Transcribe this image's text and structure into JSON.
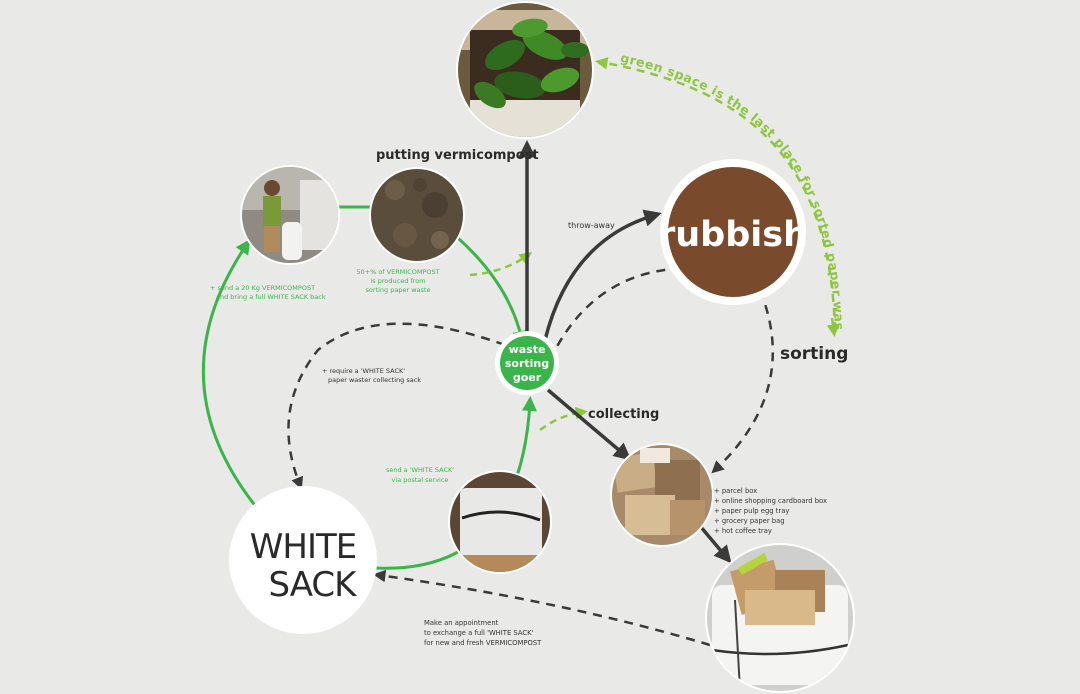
{
  "colors": {
    "background": "#e9e9e8",
    "green": "#3ab54a",
    "light_green": "#8dc63f",
    "dark": "#3a3a3a",
    "rubbish_brown": "#7a4a2d"
  },
  "nodes": {
    "waste_sorting_goer": [
      "waste",
      "sorting",
      "goer"
    ],
    "rubbish": "rubbish",
    "white_sack": [
      "WHITE",
      "SACK"
    ]
  },
  "labels": {
    "putting_vermicompost": "putting vermicompost",
    "throw_away": "throw-away",
    "sorting": "sorting",
    "collecting": "collecting",
    "green_space": "green space is the last place for sorted paper waste"
  },
  "notes": {
    "send_vermicompost": [
      "+ send a 20 Kg VERMICOMPOST",
      "and bring a full WHITE SACK back"
    ],
    "vermicompost_percent": [
      "50+% of VERMICOMPOST",
      "is produced from",
      "sorting paper waste"
    ],
    "require_sack": [
      "+ require a 'WHITE SACK'",
      "paper waster collecting sack"
    ],
    "send_sack": [
      "send a 'WHITE SACK'",
      "via postal service"
    ],
    "paper_items": [
      "+ parcel box",
      "+ online shopping cardboard box",
      "+ paper pulp egg tray",
      "+ grocery paper bag",
      "+ hot coffee tray"
    ],
    "appointment": [
      "Make an appointment",
      "to exchange a full 'WHITE SACK'",
      "for new and fresh VERMICOMPOST"
    ]
  }
}
